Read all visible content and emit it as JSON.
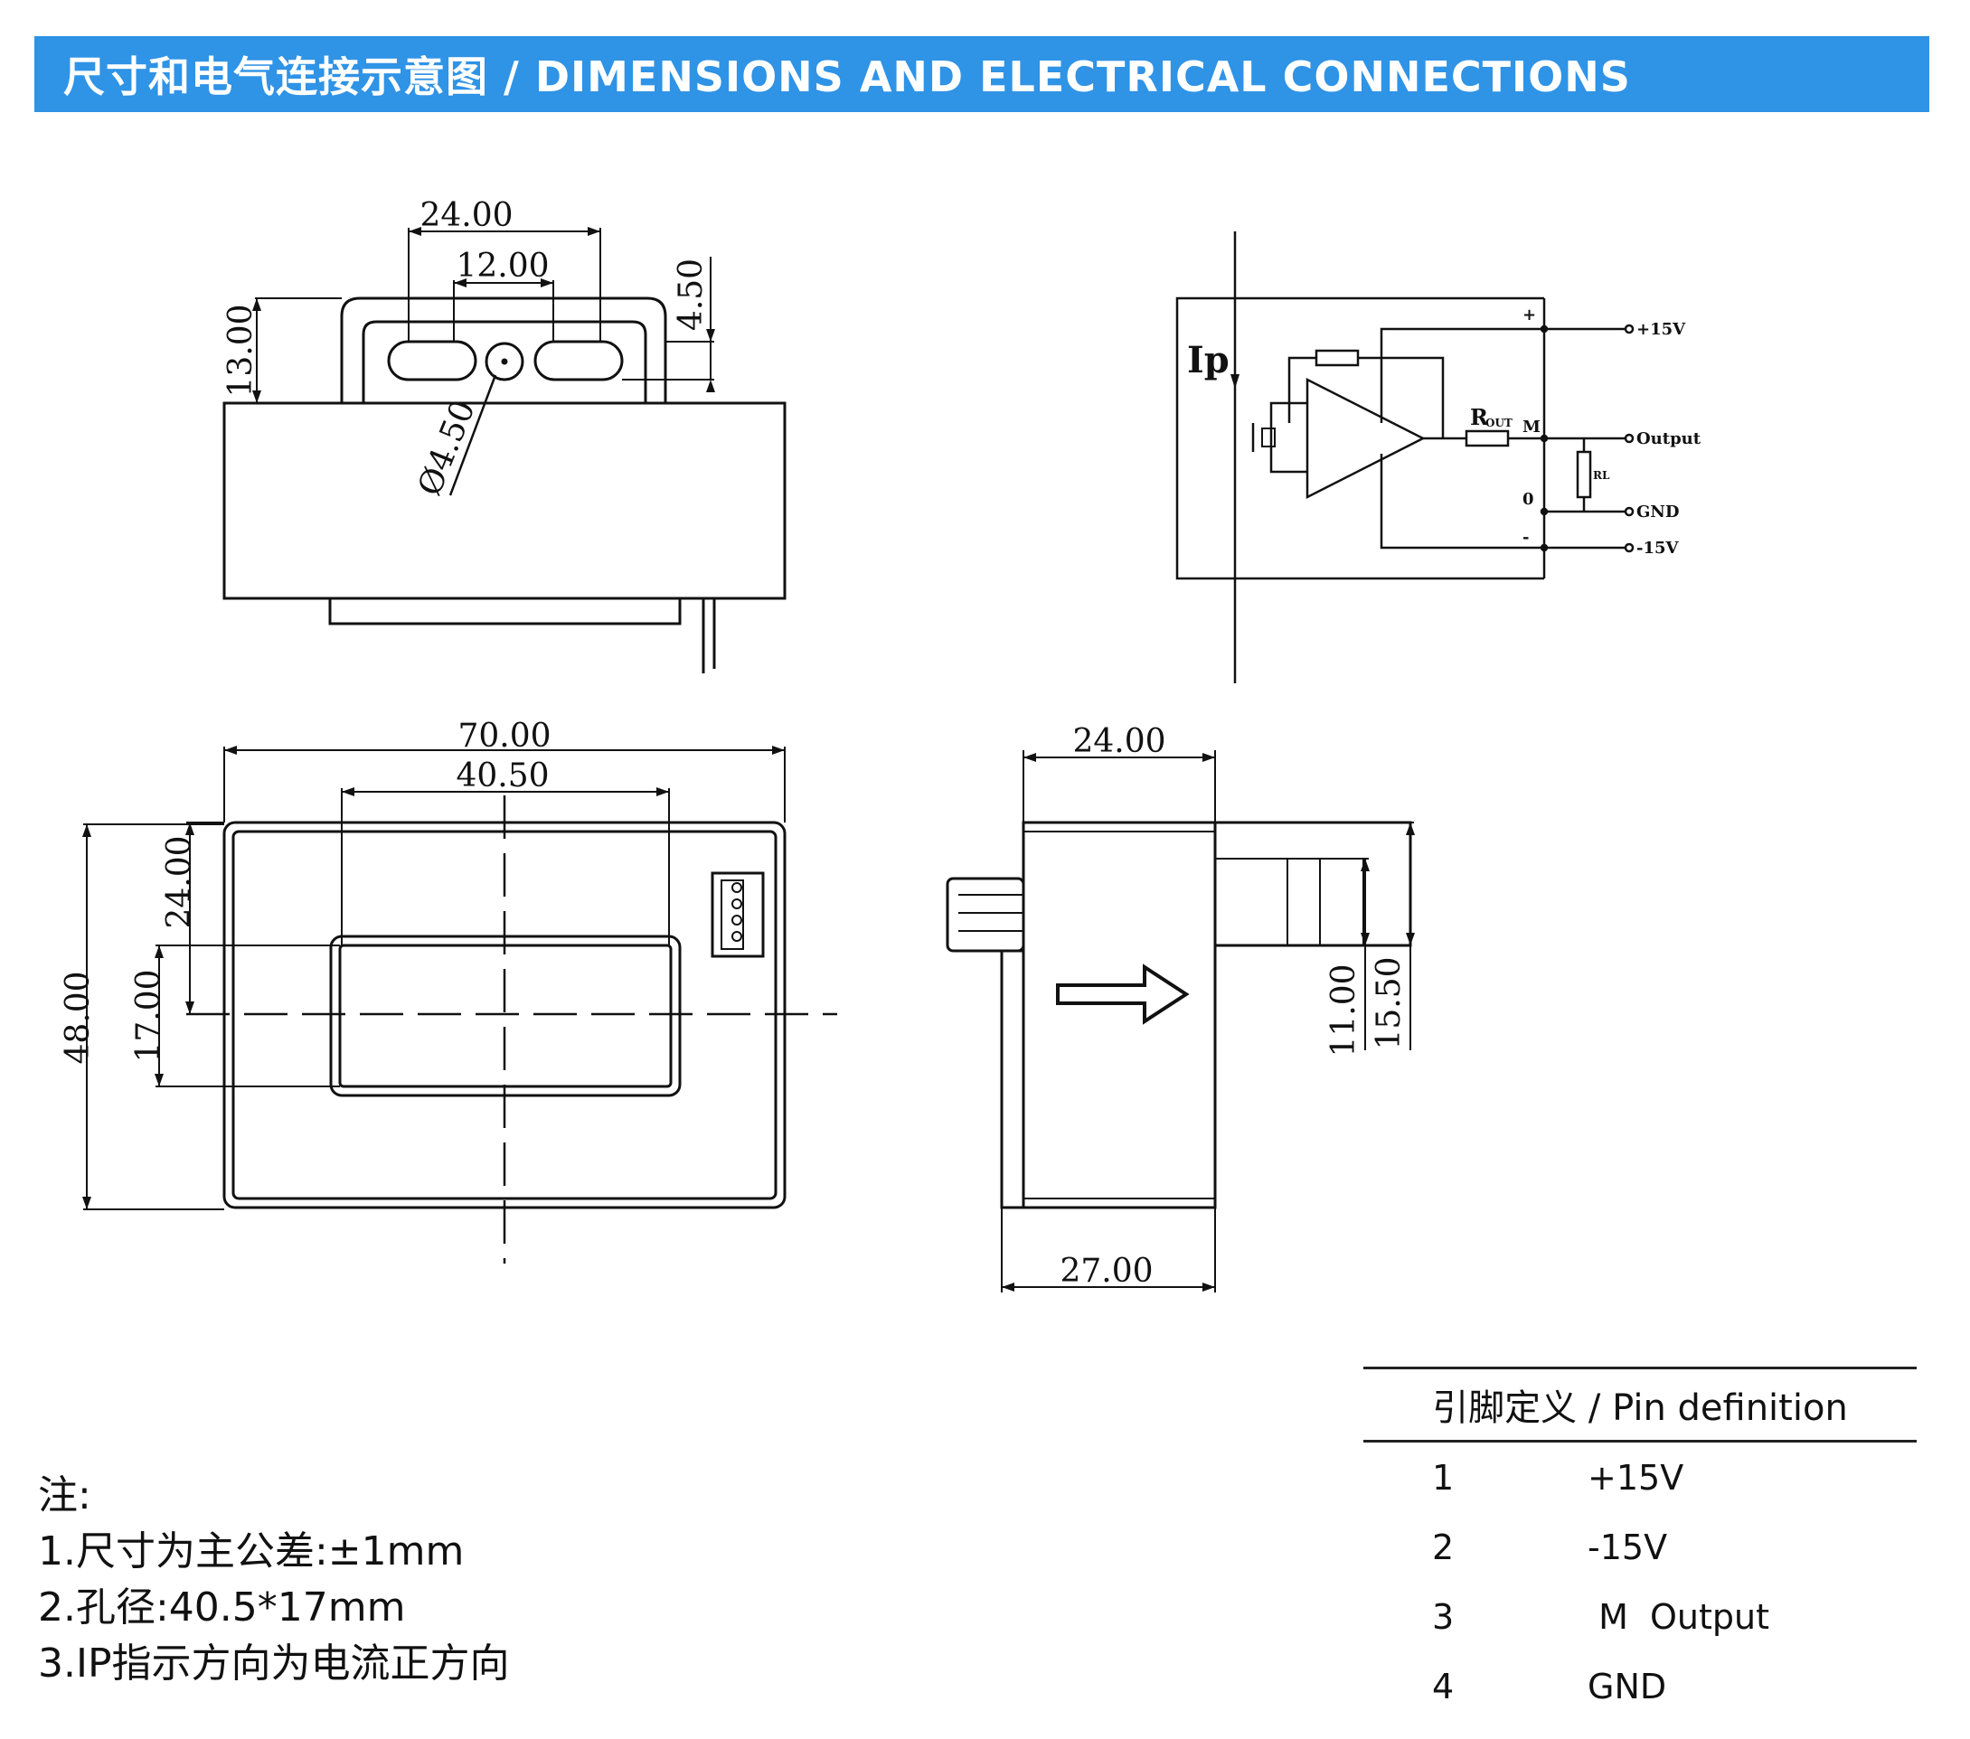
{
  "header": {
    "title": "尺寸和电气连接示意图 / DIMENSIONS AND ELECTRICAL CONNECTIONS"
  },
  "dimensions": {
    "top_view": {
      "width_outer": "24.00",
      "width_inner": "12.00",
      "height": "13.00",
      "offset": "4.50",
      "hole": "Ø4.50"
    },
    "front_view": {
      "width": "70.00",
      "window_width": "40.50",
      "height": "48.00",
      "window_top": "24.00",
      "window_height": "17.00"
    },
    "side_view": {
      "depth": "24.00",
      "total_depth": "27.00",
      "pin_height": "11.00",
      "pin_total": "15.50"
    }
  },
  "schematic": {
    "current_label": "Ip",
    "resistor_label": "R",
    "resistor_sub": "OUT",
    "node_m": "M",
    "node_plus": "+",
    "node_zero": "0",
    "node_minus": "-",
    "load_label": "RL",
    "terminals": [
      "+15V",
      "Output",
      "GND",
      "-15V"
    ]
  },
  "notes": {
    "title": "注:",
    "items": [
      "1.尺寸为主公差:±1mm",
      "2.孔径:40.5*17mm",
      "3.IP指示方向为电流正方向"
    ]
  },
  "pin_table": {
    "title": "引脚定义 / Pin definition",
    "rows": [
      {
        "pin": "1",
        "definition": "+15V"
      },
      {
        "pin": "2",
        "definition": "-15V"
      },
      {
        "pin": "3",
        "definition": " M  Output"
      },
      {
        "pin": "4",
        "definition": "GND"
      }
    ]
  },
  "colors": {
    "header_bg": "#2f93e6",
    "header_text": "#ffffff",
    "line": "#111111"
  }
}
